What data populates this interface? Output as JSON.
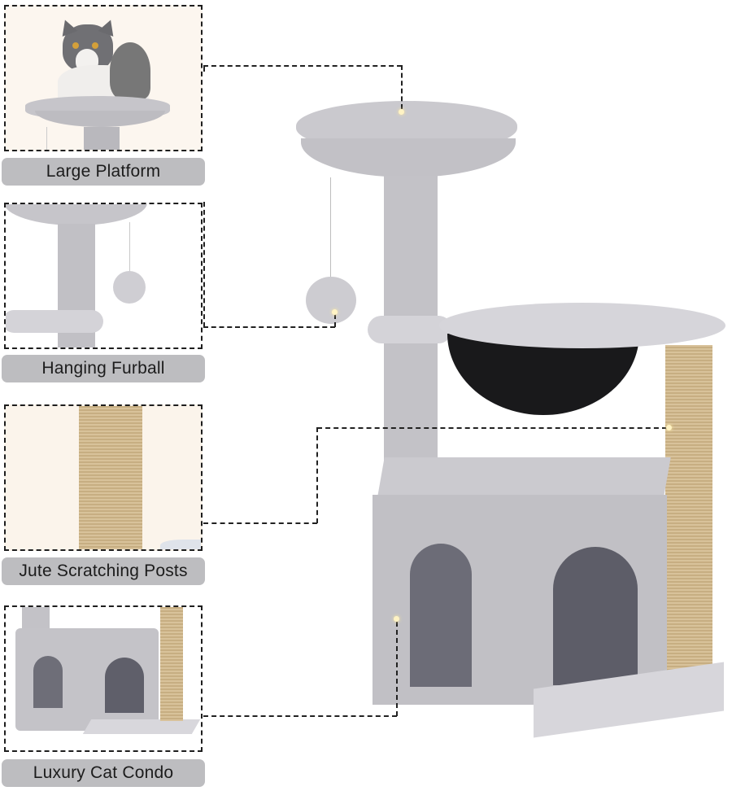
{
  "features": [
    {
      "id": "large-platform",
      "label": "Large Platform",
      "image": "cat sitting on plush round top perch"
    },
    {
      "id": "hanging-furball",
      "label": "Hanging Furball",
      "image": "plush ball hanging from perch on string"
    },
    {
      "id": "jute-scratching-posts",
      "label": "Jute Scratching Posts",
      "image": "close-up of jute-wrapped post"
    },
    {
      "id": "luxury-cat-condo",
      "label": "Luxury Cat Condo",
      "image": "plush condo with two arched doorways"
    }
  ],
  "product": {
    "name": "cat tree",
    "parts": [
      "top perch",
      "hanging furball",
      "central sisal post",
      "basket hammock",
      "jute scratching post",
      "two-door condo",
      "base board"
    ]
  },
  "colors": {
    "label_bg": "#bdbdc0",
    "label_text": "#1c1c1c",
    "plush_gray": "#c6c5ca",
    "jute": "#d1b98d",
    "hammock": "#1a1a1c",
    "callout_line": "#222222",
    "callout_dot": "#fff3c4"
  }
}
